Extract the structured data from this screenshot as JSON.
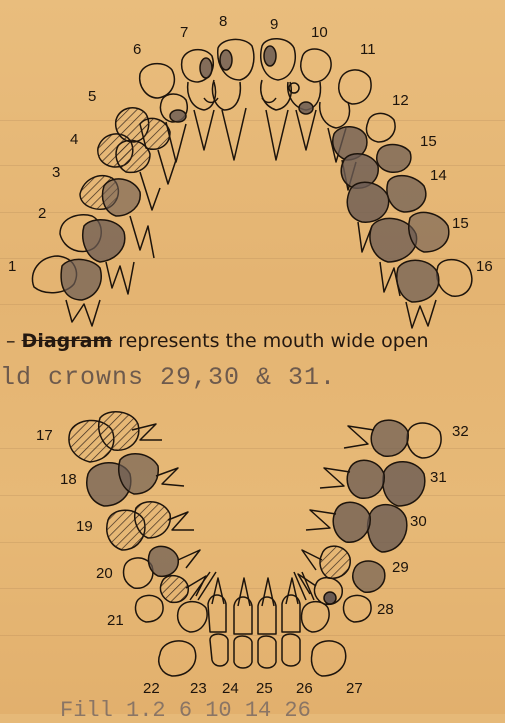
{
  "upper_numbers": [
    "1",
    "2",
    "3",
    "4",
    "5",
    "6",
    "7",
    "8",
    "9",
    "10",
    "11",
    "12",
    "15",
    "14",
    "15",
    "16"
  ],
  "lower_numbers": [
    "17",
    "18",
    "19",
    "20",
    "21",
    "22",
    "23",
    "24",
    "25",
    "26",
    "27",
    "28",
    "29",
    "30",
    "31",
    "32"
  ],
  "caption": {
    "struck_word": "Diagram",
    "rest": " represents the mouth wide open"
  },
  "typed_line": "ld crowns 29,30 & 31.",
  "bottom_fragment": "Fill 1.2 6 10 14 26",
  "colors": {
    "paper": "#e6b978",
    "ink": "#1d140c",
    "shade": "#6a5a52"
  }
}
